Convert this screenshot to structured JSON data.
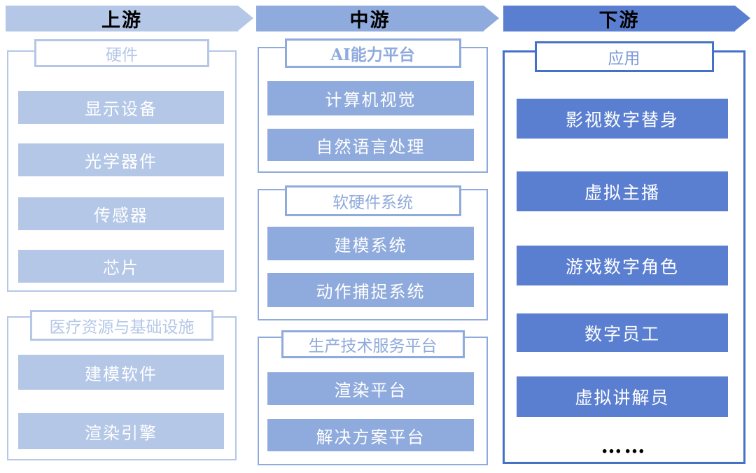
{
  "columns": [
    {
      "arrow_label": "上游",
      "groups": [
        {
          "title": "硬件",
          "items": [
            "显示设备",
            "光学器件",
            "传感器",
            "芯片"
          ]
        },
        {
          "title": "医疗资源与基础设施",
          "items": [
            "建模软件",
            "渲染引擎"
          ]
        }
      ]
    },
    {
      "arrow_label": "中游",
      "groups": [
        {
          "title": "AI能力平台",
          "items": [
            "计算机视觉",
            "自然语言处理"
          ]
        },
        {
          "title": "软硬件系统",
          "items": [
            "建模系统",
            "动作捕捉系统"
          ]
        },
        {
          "title": "生产技术服务平台",
          "items": [
            "渲染平台",
            "解决方案平台"
          ]
        }
      ]
    },
    {
      "arrow_label": "下游",
      "groups": [
        {
          "title": "应用",
          "items": [
            "影视数字替身",
            "虚拟主播",
            "游戏数字角色",
            "数字员工",
            "虚拟讲解员"
          ],
          "ellipsis": "……"
        }
      ]
    }
  ],
  "colors": {
    "upstream_accent": "#b4c7e7",
    "midstream_accent": "#8faadc",
    "downstream_bar": "#5b7fd0",
    "downstream_border": "#4472c4",
    "bar_text": "#ffffff",
    "arrow_text": "#000000",
    "background": "#ffffff"
  }
}
